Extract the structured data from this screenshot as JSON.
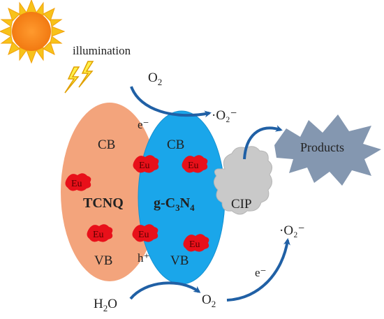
{
  "illumination": "illumination",
  "tcnq": {
    "cb": "CB",
    "name": "TCNQ",
    "vb": "VB"
  },
  "gcn": {
    "cb": "CB",
    "name_main": "g-C",
    "sub1": "3",
    "name_mid": "N",
    "sub2": "4",
    "vb": "VB"
  },
  "electron_top": "e⁻",
  "hole": "h⁺",
  "electron_bottom": "e⁻",
  "o2_top": {
    "main": "O",
    "sub": "2"
  },
  "superoxide_top": "·O₂⁻",
  "superoxide_right": "·O₂⁻",
  "cip": "CIP",
  "products": "Products",
  "h2o": {
    "main": "H",
    "sub": "2",
    "tail": "O"
  },
  "o2_bottom": {
    "main": "O",
    "sub": "2"
  },
  "eu_label": "Eu",
  "colors": {
    "sun": "#f27a12",
    "sun_rays": "#f7c21a",
    "tcnq_ellipse": "#f3a47c",
    "gcn_ellipse": "#1aa6ea",
    "eu_spot": "#e8101a",
    "cip_cloud": "#c9c9c9",
    "products_star": "#8497b0",
    "arrow": "#2060a5"
  }
}
